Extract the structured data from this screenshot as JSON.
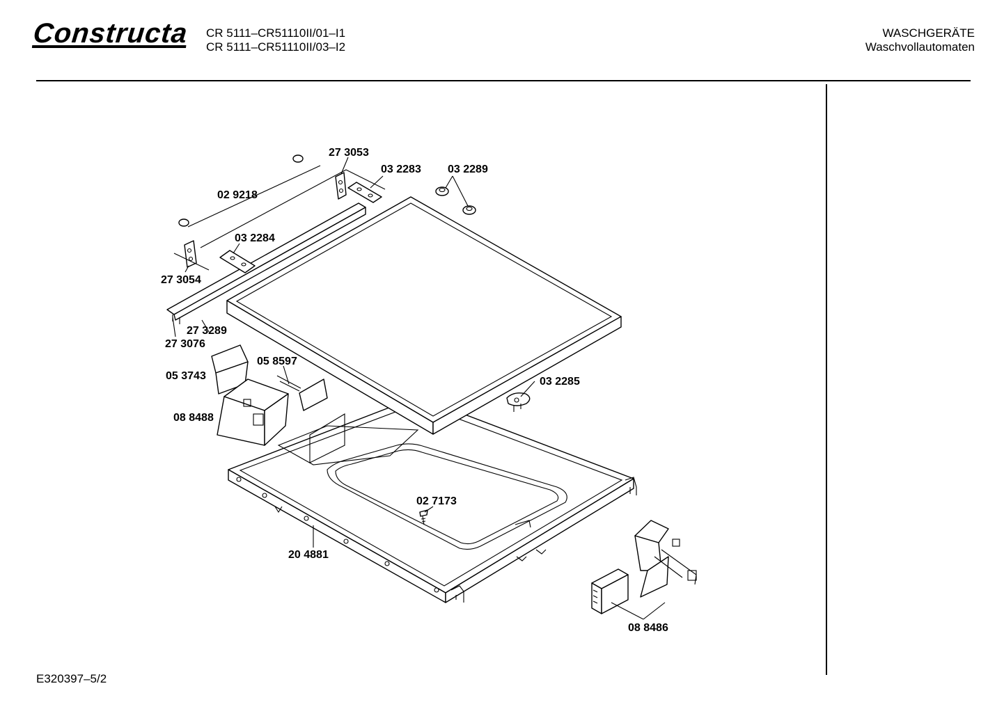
{
  "header": {
    "brand": "Constructa",
    "model_line_1": "CR 5111–CR51110II/01–I1",
    "model_line_2": "CR 5111–CR51110II/03–I2",
    "category_1": "WASCHGERÄTE",
    "category_2": "Waschvollautomaten"
  },
  "footer": {
    "document_number": "E320397–5/2"
  },
  "parts": [
    {
      "id": "273053",
      "label": "27 3053"
    },
    {
      "id": "032283",
      "label": "03 2283"
    },
    {
      "id": "032289",
      "label": "03 2289"
    },
    {
      "id": "029218",
      "label": "02 9218"
    },
    {
      "id": "032284",
      "label": "03 2284"
    },
    {
      "id": "273054",
      "label": "27 3054"
    },
    {
      "id": "273289",
      "label": "27 3289"
    },
    {
      "id": "273076",
      "label": "27 3076"
    },
    {
      "id": "053743",
      "label": "05 3743"
    },
    {
      "id": "058597",
      "label": "05 8597"
    },
    {
      "id": "032285",
      "label": "03 2285"
    },
    {
      "id": "088488",
      "label": "08 8488"
    },
    {
      "id": "027173",
      "label": "02 7173"
    },
    {
      "id": "204881",
      "label": "20 4881"
    },
    {
      "id": "088486",
      "label": "08 8486"
    }
  ]
}
